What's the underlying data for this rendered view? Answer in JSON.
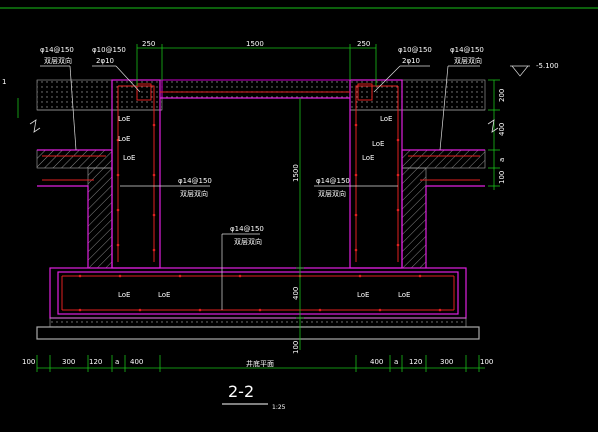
{
  "drawing": {
    "top_labels": {
      "left_bar1": "φ14@150",
      "left_bar1_sub": "双层双向",
      "left_bar2": "φ10@150",
      "left_bar2_sub": "2φ10",
      "right_bar1": "φ10@150",
      "right_bar1_sub": "2φ10",
      "right_bar2": "φ14@150",
      "right_bar2_sub": "双层双向"
    },
    "top_dims": {
      "left_250": "250",
      "span_1500": "1500",
      "right_250": "250"
    },
    "elevation": "-5.100",
    "right_dims": {
      "d200": "200",
      "d400": "400",
      "da": "a",
      "d100": "100"
    },
    "wall_labels": {
      "left_wall": "φ14@150",
      "left_wall_sub": "双层双向",
      "right_wall": "φ14@150",
      "right_wall_sub": "双层双向",
      "base": "φ14@150",
      "base_sub": "双层双向"
    },
    "loe": "LoE",
    "center_vdims": {
      "v1500": "1500",
      "v400": "400",
      "v100": "100"
    },
    "bottom_dims": [
      "100",
      "300",
      "120",
      "a",
      "400",
      "井底平面",
      "400",
      "a",
      "120",
      "300",
      "100"
    ],
    "section_title": "2-2",
    "scale": "1:25",
    "edge_mark": "1"
  }
}
